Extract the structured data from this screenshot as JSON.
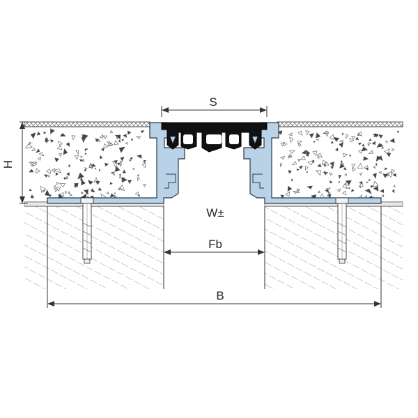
{
  "labels": {
    "s": "S",
    "h": "H",
    "w": "W±",
    "fb": "Fb",
    "b": "B"
  },
  "colors": {
    "profile_fill": "#b9d2e8",
    "profile_stroke": "#2b3a4a",
    "rubber_insert": "#111111",
    "line": "#333333",
    "concrete_speckle": "#555555",
    "hatch": "#777777"
  },
  "icons": {
    "anchor_left": "anchor-bolt-icon",
    "anchor_right": "anchor-bolt-icon"
  }
}
